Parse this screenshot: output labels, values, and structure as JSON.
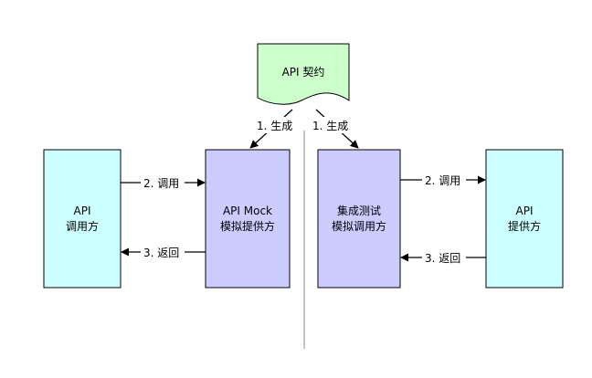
{
  "contract": {
    "label": "API 契约",
    "fill": "#ccffcc"
  },
  "nodes": {
    "api_caller": {
      "lines": [
        "API",
        "调用方"
      ],
      "fill": "#ccffff"
    },
    "mock_provider": {
      "lines": [
        "API Mock",
        "模拟提供方"
      ],
      "fill": "#ccccff"
    },
    "integration_caller": {
      "lines": [
        "集成测试",
        "模拟调用方"
      ],
      "fill": "#ccccff"
    },
    "api_provider": {
      "lines": [
        "API",
        "提供方"
      ],
      "fill": "#ccffff"
    }
  },
  "edges": {
    "generate_left": "1. 生成",
    "generate_right": "1. 生成",
    "call_left": "2. 调用",
    "return_left": "3. 返回",
    "call_right": "2. 调用",
    "return_right": "3. 返回"
  }
}
